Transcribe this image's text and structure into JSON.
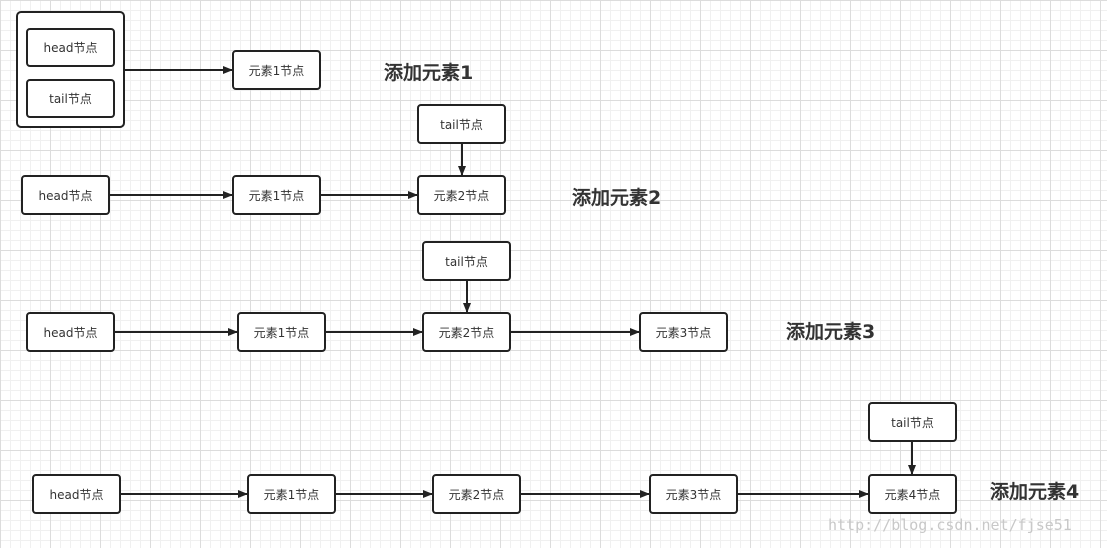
{
  "steps": [
    {
      "label": "添加元素1",
      "head_node": "head节点",
      "tail_node": "tail节点",
      "elements": [
        "元素1节点"
      ]
    },
    {
      "label": "添加元素2",
      "head_node": "head节点",
      "tail_node": "tail节点",
      "elements": [
        "元素1节点",
        "元素2节点"
      ]
    },
    {
      "label": "添加元素3",
      "head_node": "head节点",
      "tail_node": "tail节点",
      "elements": [
        "元素1节点",
        "元素2节点",
        "元素3节点"
      ]
    },
    {
      "label": "添加元素4",
      "head_node": "head节点",
      "tail_node": "tail节点",
      "elements": [
        "元素1节点",
        "元素2节点",
        "元素3节点",
        "元素4节点"
      ]
    }
  ],
  "watermark": "http://blog.csdn.net/fjse51",
  "colors": {
    "stroke": "#222222",
    "text": "#333333",
    "grid": "#dcdcdc"
  }
}
